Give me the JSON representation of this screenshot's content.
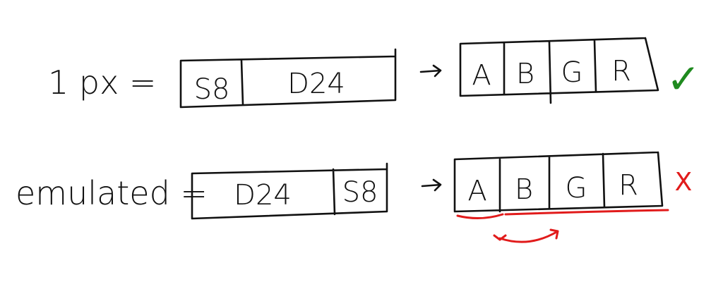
{
  "colors": {
    "ink": "#111111",
    "check": "#1f8a1f",
    "cross": "#e11b1b",
    "underline": "#e11b1b"
  },
  "row1": {
    "label": "1 px =",
    "input_cells": [
      "S8",
      "D24"
    ],
    "output_cells": [
      "A",
      "B",
      "G",
      "R"
    ],
    "result": "✓",
    "result_icon": "check-mark-icon"
  },
  "row2": {
    "label": "emulated =",
    "input_cells": [
      "D24",
      "S8"
    ],
    "output_cells": [
      "A",
      "B",
      "G",
      "R"
    ],
    "result": "X",
    "result_icon": "cross-mark-icon"
  }
}
